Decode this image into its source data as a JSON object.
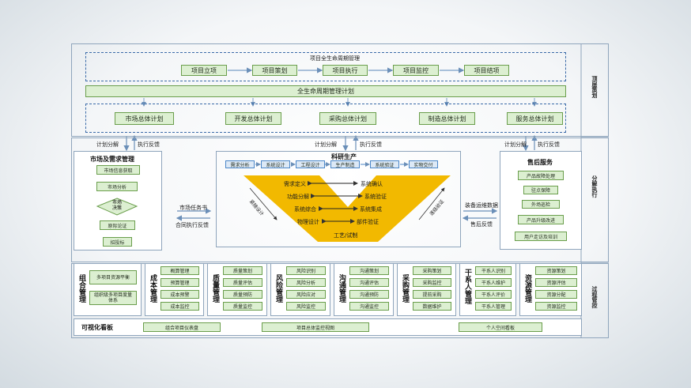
{
  "top": {
    "lifecycle_title": "项目全生命周期管理",
    "phases": [
      "项目立项",
      "项目策划",
      "项目执行",
      "项目监控",
      "项目结项"
    ],
    "plan_bar": "全生命周期管理计划",
    "plans": [
      "市场总体计划",
      "开发总体计划",
      "采购总体计划",
      "制造总体计划",
      "服务总体计划"
    ],
    "side_label": "顶层策划"
  },
  "middle": {
    "plan_decompose": "计划分解",
    "exec_feedback": "执行反馈",
    "side_label": "分解执行",
    "market": {
      "title": "市场及需求管理",
      "steps": [
        "市场信息获取",
        "市场分析",
        "市场决策",
        "原际论证",
        "招投标"
      ],
      "decision": [
        "市场",
        "决策"
      ]
    },
    "market_task": "市场任务书",
    "contract_feedback": "合同执行反馈",
    "rd": {
      "title": "科研生产",
      "stages": [
        "需求分析",
        "系统设计",
        "工程设计",
        "生产制造",
        "系统验证",
        "实物交付"
      ],
      "v_left": [
        "需求定义",
        "功能分解",
        "系统综合",
        "物理设计"
      ],
      "v_right": [
        "系统确认",
        "系统验证",
        "系统集成",
        "部件验证"
      ],
      "v_bottom": "工艺/试制",
      "left_diag": "紧随设计",
      "right_diag": "逐级验证"
    },
    "equip_data": "装备运维数据",
    "after_feedback": "售后反馈",
    "service": {
      "title": "售后服务",
      "items": [
        "产品故障处理",
        "驻点保障",
        "外场巡检",
        "产品升级改进",
        "用户走访及培训"
      ]
    }
  },
  "bottom": {
    "side_label": "过程管控",
    "groups": [
      {
        "name": "组合管理",
        "items": [
          "多项目资源平衡",
          "组织级多项目度量体系"
        ]
      },
      {
        "name": "成本管理",
        "items": [
          "概算管理",
          "预算管理",
          "成本预警",
          "成本监控"
        ]
      },
      {
        "name": "质量管理",
        "items": [
          "质量策划",
          "质量评估",
          "质量预防",
          "质量监控"
        ]
      },
      {
        "name": "风险管理",
        "items": [
          "风险识别",
          "风险分析",
          "风险应对",
          "风险监控"
        ]
      },
      {
        "name": "沟通管理",
        "items": [
          "沟通策划",
          "沟通评估",
          "沟通预防",
          "沟通监控"
        ]
      },
      {
        "name": "采购管理",
        "items": [
          "采购策划",
          "采购监控",
          "提前采购",
          "数据维护"
        ]
      },
      {
        "name": "干系人管理",
        "items": [
          "干系人识别",
          "干系人维护",
          "干系人评价",
          "干系人管理"
        ]
      },
      {
        "name": "资源管理",
        "items": [
          "资源策划",
          "资源评估",
          "资源分配",
          "资源监控"
        ]
      }
    ],
    "dashboard_title": "可视化看板",
    "dashboards": [
      "组合项目仪表盘",
      "项目总体监控视图",
      "个人空间看板"
    ]
  },
  "colors": {
    "green_fill": "#dcefd1",
    "green_border": "#6a9e4c",
    "blue_dash": "#3a6aa8",
    "v_yellow": "#f2b900",
    "stage_blue": "#4a86c8"
  }
}
